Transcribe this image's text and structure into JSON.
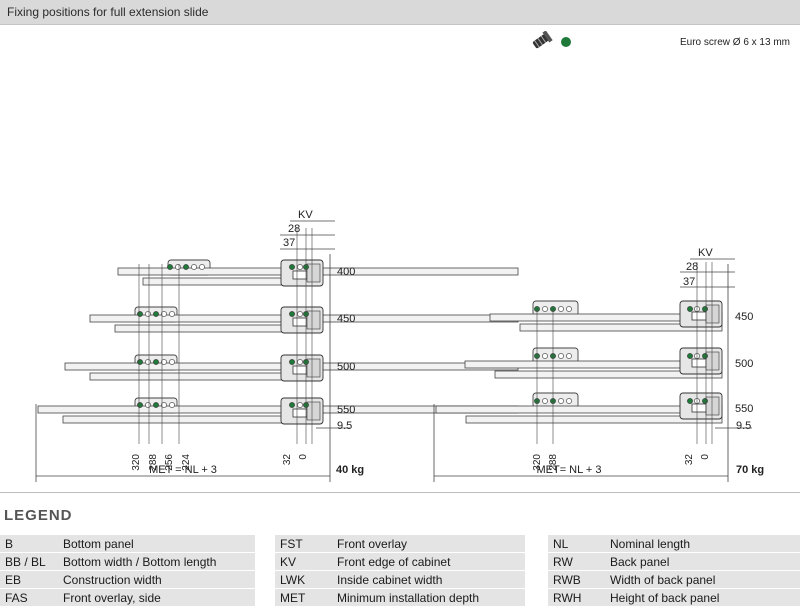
{
  "header": {
    "title": "Fixing positions for full extension slide"
  },
  "screw": {
    "label": "Euro screw Ø 6 x 13 mm",
    "icon": "screw-icon",
    "dot_color": "#1f7a3a"
  },
  "diagram_left": {
    "top_dims": [
      "KV",
      "28",
      "37"
    ],
    "lengths": [
      "400",
      "450",
      "500",
      "550"
    ],
    "bottom_dims": [
      "320",
      "288",
      "256",
      "224",
      "32",
      "0"
    ],
    "offset": "9.5",
    "met": "MET = NL + 3",
    "load": "40 kg"
  },
  "diagram_right": {
    "top_dims": [
      "KV",
      "28",
      "37"
    ],
    "lengths": [
      "450",
      "500",
      "550"
    ],
    "bottom_dims": [
      "320",
      "288",
      "32",
      "0"
    ],
    "offset": "9.5",
    "met": "MET= NL + 3",
    "load": "70 kg"
  },
  "legend": {
    "title": "LEGEND",
    "columns": [
      [
        {
          "abbr": "B",
          "desc": "Bottom panel"
        },
        {
          "abbr": "BB / BL",
          "desc": "Bottom width / Bottom length"
        },
        {
          "abbr": "EB",
          "desc": "Construction width"
        },
        {
          "abbr": "FAS",
          "desc": "Front overlay, side"
        }
      ],
      [
        {
          "abbr": "FST",
          "desc": "Front overlay"
        },
        {
          "abbr": "KV",
          "desc": "Front edge of cabinet"
        },
        {
          "abbr": "LWK",
          "desc": "Inside cabinet width"
        },
        {
          "abbr": "MET",
          "desc": "Minimum installation depth"
        }
      ],
      [
        {
          "abbr": "NL",
          "desc": "Nominal length"
        },
        {
          "abbr": "RW",
          "desc": "Back panel"
        },
        {
          "abbr": "RWB",
          "desc": "Width of back panel"
        },
        {
          "abbr": "RWH",
          "desc": "Height of back panel"
        }
      ]
    ]
  }
}
